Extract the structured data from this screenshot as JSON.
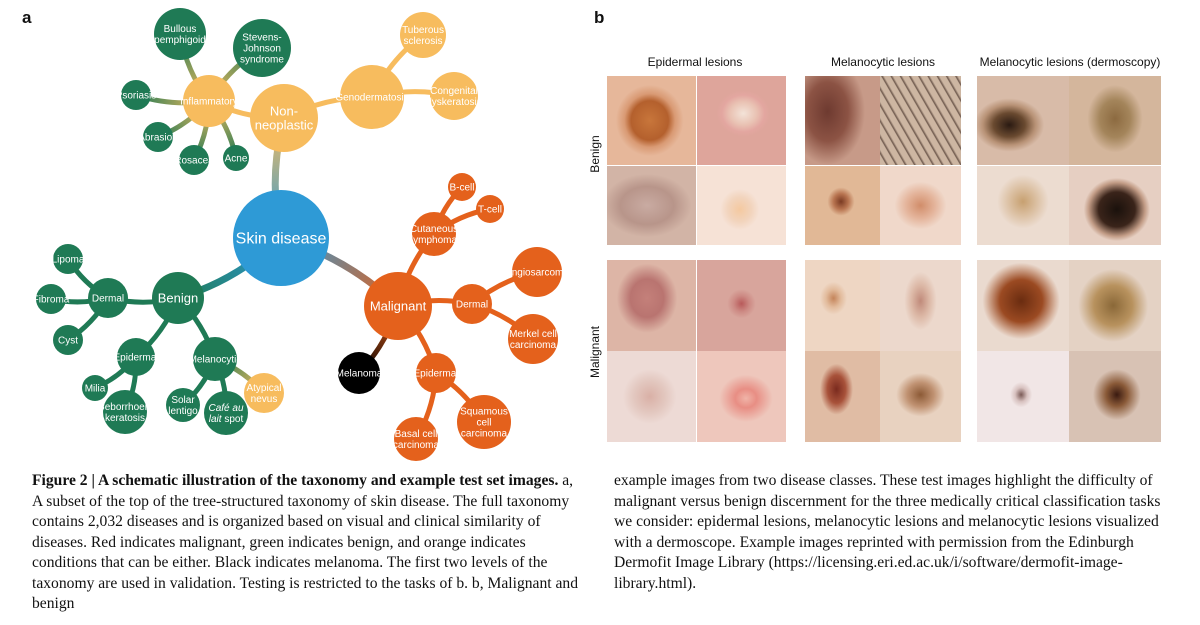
{
  "panel_a_label": "a",
  "panel_b_label": "b",
  "taxonomy": {
    "root": "Skin disease",
    "nonneoplastic": "Non-\nneoplastic",
    "inflammatory": "Inflammatory",
    "bullous": "Bullous\npemphigoid",
    "sjs": "Stevens-\nJohnson\nsyndrome",
    "psoriasis": "Psoriasis",
    "abrasion": "Abrasion",
    "rosacea": "Rosacea",
    "acne": "Acne",
    "genodermatosis": "Genodermatosis",
    "tuberous": "Tuberous\nsclerosis",
    "congenital": "Congenital\ndyskeratosis",
    "benign": "Benign",
    "dermal_b": "Dermal",
    "lipoma": "Lipoma",
    "fibroma": "Fibroma",
    "cyst": "Cyst",
    "epidermal_b": "Epidermal",
    "milia": "Milia",
    "seborrhoeic": "Seborrhoeic\nkeratosis",
    "melanocytic": "Melanocytic",
    "solar": "Solar\nlentigo",
    "cafe": "Café au\nlait spot",
    "atypical": "Atypical\nnevus",
    "malignant": "Malignant",
    "cutaneous": "Cutaneous\nlymphoma",
    "bcell": "B-cell",
    "tcell": "T-cell",
    "dermal_m": "Dermal",
    "angiosarcoma": "Angiosarcoma",
    "merkel": "Merkel cell\ncarcinoma",
    "epidermal_m": "Epidermal",
    "basal": "Basal cell\ncarcinoma",
    "squamous": "Squamous\ncell\ncarcinoma",
    "melanoma": "Melanoma",
    "colors": {
      "root": "#2e9ad6",
      "green": "#1f7a55",
      "orange": "#f7bc5e",
      "red": "#e4611c",
      "black": "#000000"
    }
  },
  "image_grid": {
    "columns": [
      "Epidermal lesions",
      "Melanocytic lesions",
      "Melanocytic lesions (dermoscopy)"
    ],
    "rows": [
      "Benign",
      "Malignant"
    ]
  },
  "caption": {
    "figure_label": "Figure 2 | A schematic illustration of the taxonomy and example test set images.",
    "left_text": " a, A subset of the top of the tree-structured taxonomy of skin disease. The full taxonomy contains 2,032 diseases and is organized based on visual and clinical similarity of diseases. Red indicates malignant, green indicates benign, and orange indicates conditions that can be either. Black indicates melanoma. The first two levels of the taxonomy are used in validation. Testing is restricted to the tasks of b. b, Malignant and benign",
    "right_text": "example images from two disease classes. These test images highlight the difficulty of malignant versus benign discernment for the three medically critical classification tasks we consider: epidermal lesions, melanocytic lesions and melanocytic lesions visualized with a dermoscope. Example images reprinted with permission from the Edinburgh Dermofit Image Library (https://licensing.eri.ed.ac.uk/i/software/dermofit-image-library.html)."
  }
}
